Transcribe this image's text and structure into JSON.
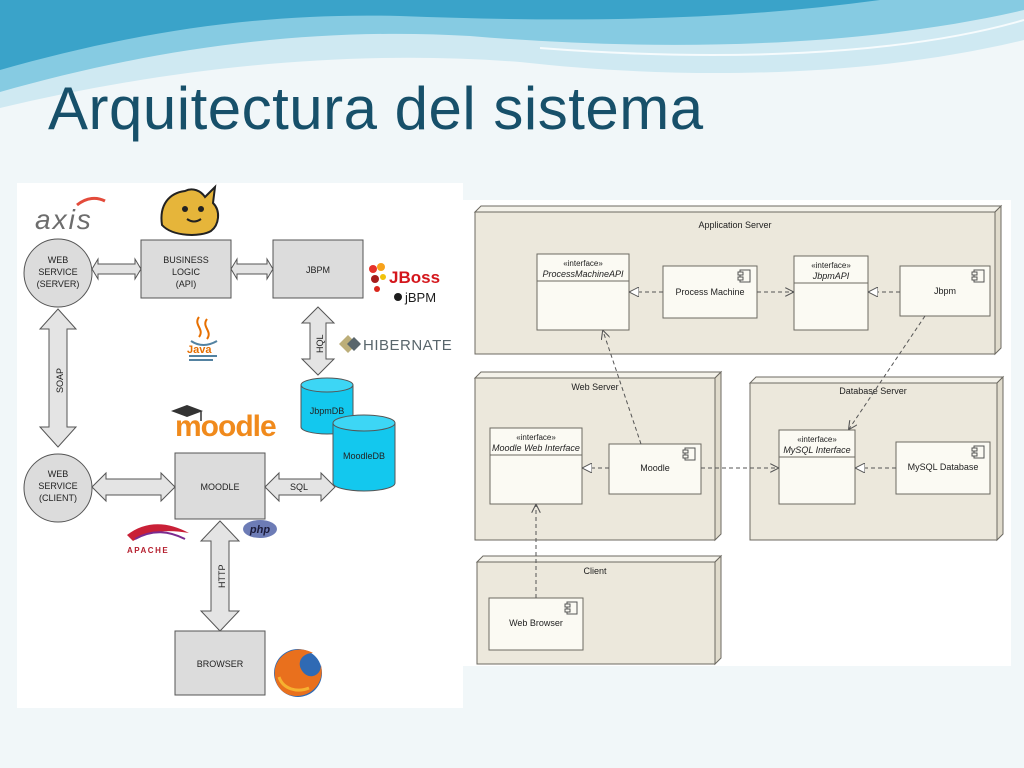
{
  "slide": {
    "title": "Arquitectura del sistema",
    "colors": {
      "title": "#17506a",
      "wave_light": "#bfe3ef",
      "wave_mid": "#79c8e0",
      "wave_dark": "#2f9cc4"
    }
  },
  "left_diagram": {
    "nodes": {
      "ws_server": [
        "WEB",
        "SERVICE",
        "(SERVER)"
      ],
      "business_logic": [
        "BUSINESS",
        "LOGIC",
        "(API)"
      ],
      "jbpm": "JBPM",
      "ws_client": [
        "WEB",
        "SERVICE",
        "(CLIENT)"
      ],
      "moodle": "MOODLE",
      "browser": "BROWSER",
      "jbpm_db": "JbpmDB",
      "moodle_db": "MoodleDB"
    },
    "connectors": {
      "soap": "SOAP",
      "hql": "HQL",
      "sql": "SQL",
      "http": "HTTP"
    },
    "logos": {
      "axis": "axis",
      "jboss": "JBoss",
      "jbpm": "jBPM",
      "hibernate": "HIBERNATE",
      "java": "Java",
      "moodle": "moodle",
      "php": "php",
      "apache": "APACHE",
      "tomcat": "tomcat-icon",
      "firefox": "firefox-icon"
    },
    "colors": {
      "box": "#dcdcdc",
      "border": "#555555",
      "db": "#13c8ee",
      "arrow": "#e4e4e4",
      "moodle_orange": "#f08a1c"
    }
  },
  "right_diagram": {
    "nodes": {
      "application_server": "Application Server",
      "web_server": "Web Server",
      "database_server": "Database Server",
      "client": "Client"
    },
    "components": {
      "process_machine_api": {
        "stereotype": "«interface»",
        "name": "ProcessMachineAPI"
      },
      "process_machine": "Process Machine",
      "jbpm_api": {
        "stereotype": "«interface»",
        "name": "JbpmAPI"
      },
      "jbpm": "Jbpm",
      "moodle_web_interface": {
        "stereotype": "«interface»",
        "name": "Moodle Web Interface"
      },
      "moodle": "Moodle",
      "mysql_interface": {
        "stereotype": "«interface»",
        "name": "MySQL Interface"
      },
      "mysql_database": "MySQL Database",
      "web_browser": "Web Browser"
    },
    "colors": {
      "node": "#ece8dc",
      "node_side": "#e0dbcc",
      "border": "#6d6a62",
      "component": "#fbfaf3"
    }
  }
}
